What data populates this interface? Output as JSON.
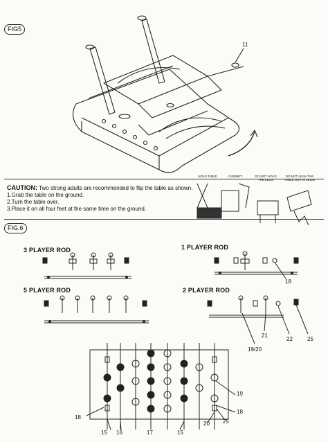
{
  "fig5": {
    "tag": "FIG5",
    "callout": "11"
  },
  "caution": {
    "heading": "CAUTION:",
    "intro": "Two strong adults are recommended to flip the table as shown.",
    "steps": [
      "1.Grab the table on the ground.",
      "2.Turn the table over.",
      "3.Place it on all four feet at the same time on the ground."
    ]
  },
  "flip_labels": {
    "hold_table": "HOLD TABLE",
    "cabinet": "CABINET",
    "do_not_hold": "DO NOT HOLD THE LEGS",
    "do_not_lean": "DO NOT LEAN THE TABLE ON ITS LEGS!"
  },
  "fig6": {
    "tag": "FIG.6",
    "rods": {
      "three": "3 PLAYER ROD",
      "one": "1 PLAYER ROD",
      "five": "5 PLAYER ROD",
      "two": "2 PLAYER ROD"
    },
    "callouts": {
      "one_rod": "18",
      "two_rod_a": "19/20",
      "two_rod_b": "21",
      "two_rod_c": "22",
      "two_rod_d": "25"
    },
    "bottom_callouts": {
      "left": "18",
      "b1": "15",
      "b2": "16",
      "b3": "17",
      "b4": "15",
      "b5": "20",
      "b6": "25",
      "r1": "19",
      "r2": "18"
    }
  }
}
